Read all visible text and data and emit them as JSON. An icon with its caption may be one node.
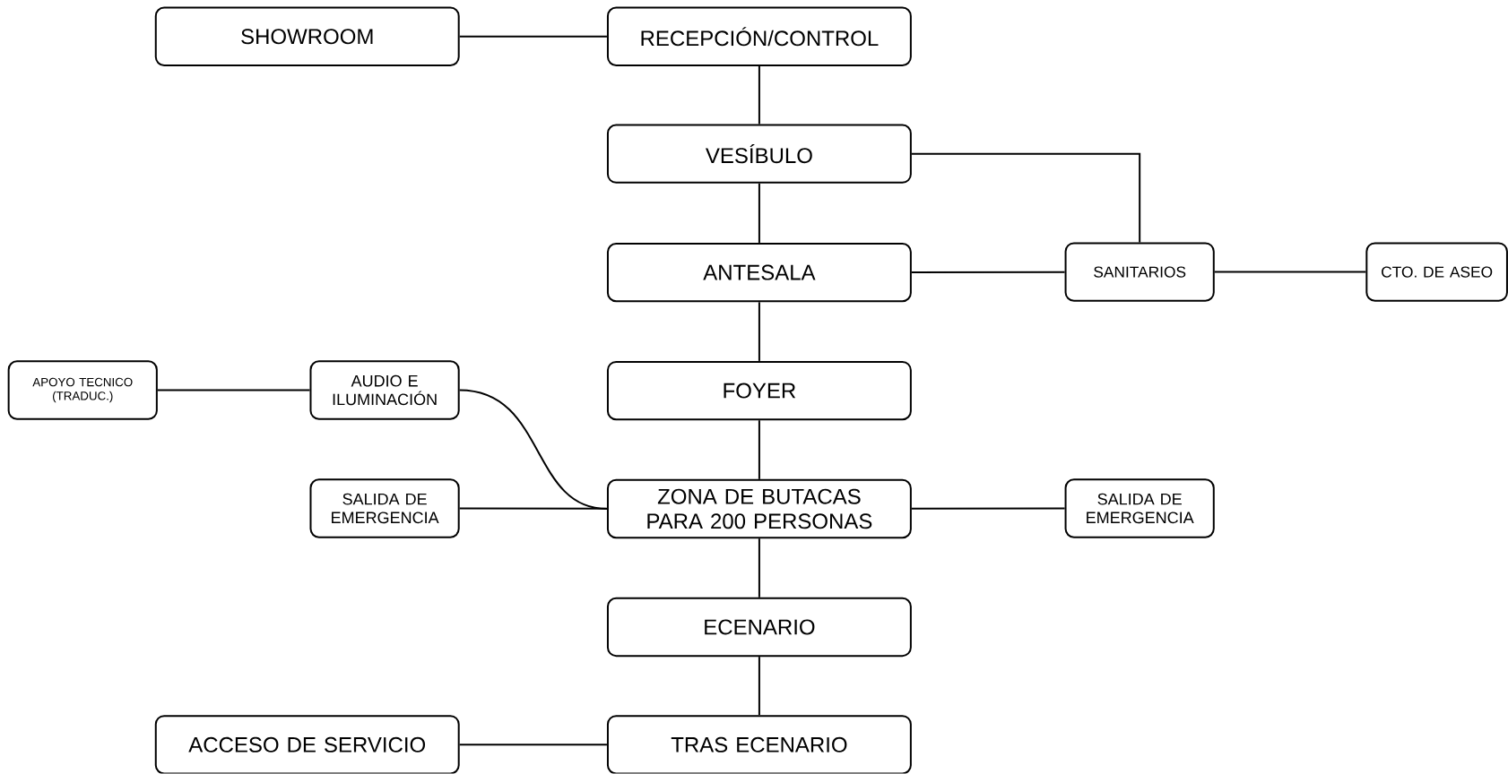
{
  "diagram": {
    "nodes": [
      {
        "text": [
          "SHOWROOM"
        ]
      },
      {
        "text": [
          "RECEPCIÓN/CONTROL"
        ]
      },
      {
        "text": [
          "VESÍBULO"
        ]
      },
      {
        "text": [
          "ANTESALA"
        ]
      },
      {
        "text": [
          "SANITARIOS"
        ]
      },
      {
        "text": [
          "CTO. DE ASEO"
        ]
      },
      {
        "text": [
          "APOYO TECNICO (TRADUC.)"
        ]
      },
      {
        "text": [
          "AUDIO E ILUMINACIÓN"
        ]
      },
      {
        "text": [
          "FOYER"
        ]
      },
      {
        "text": [
          "SALIDA DE EMERGENCIA"
        ]
      },
      {
        "text": [
          "ZONA DE BUTACAS PARA 200 PERSONAS"
        ]
      },
      {
        "text": [
          "SALIDA DE EMERGENCIA"
        ]
      },
      {
        "text": [
          "ECENARIO"
        ]
      },
      {
        "text": [
          "ACCESO DE SERVICIO"
        ]
      },
      {
        "text": [
          "TRAS ECENARIO"
        ]
      }
    ],
    "edges": [
      {
        "from": 0,
        "to": 1,
        "arrow": "none"
      },
      {
        "from": 1,
        "to": 2,
        "arrow": "none"
      },
      {
        "from": 2,
        "to": 4,
        "arrow": "none"
      },
      {
        "from": 2,
        "to": 3,
        "arrow": "none"
      },
      {
        "from": 3,
        "to": 4,
        "arrow": "none"
      },
      {
        "from": 4,
        "to": 5,
        "arrow": "none"
      },
      {
        "from": 3,
        "to": 8,
        "arrow": "none"
      },
      {
        "from": 6,
        "to": 7,
        "arrow": "none"
      },
      {
        "from": 7,
        "to": 10,
        "arrow": "none"
      },
      {
        "from": 8,
        "to": 10,
        "arrow": "none"
      },
      {
        "from": 9,
        "to": 10,
        "arrow": "none"
      },
      {
        "from": 10,
        "to": 11,
        "arrow": "none"
      },
      {
        "from": 10,
        "to": 12,
        "arrow": "none"
      },
      {
        "from": 13,
        "to": 14,
        "arrow": "none"
      },
      {
        "from": 12,
        "to": 14,
        "arrow": "none"
      }
    ]
  }
}
